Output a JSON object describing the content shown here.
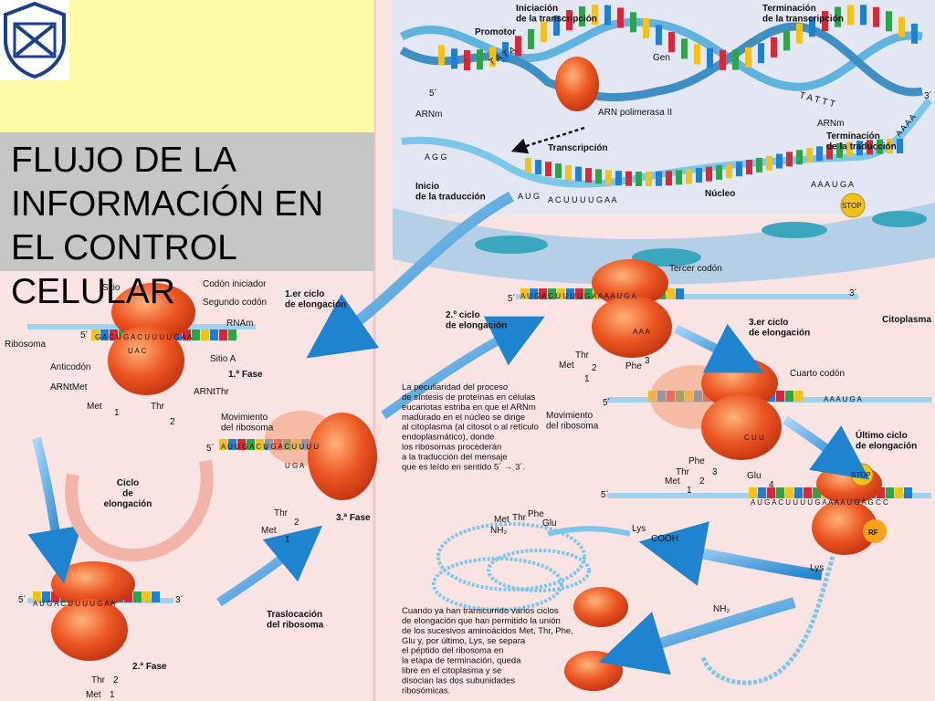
{
  "slide": {
    "title": "FLUJO DE LA\nINFORMACIÓN EN\nEL CONTROL\nCELULAR"
  },
  "colors": {
    "nucleus_bg": "#e3e6f3",
    "cytoplasm_bg": "#fae3e3",
    "title_panel_yellow": "#fbf8a6",
    "title_panel_grey": "#c6c6c6",
    "dna_strand": "#5fb3dc",
    "ribosome": "#e8491e",
    "arrow_blue": "#2a8fd6",
    "base_colors": [
      "#f2c21a",
      "#1f7fd0",
      "#d9263a",
      "#2ea34b"
    ]
  },
  "icons": [
    "shield-logo-icon",
    "ribosome-icon",
    "arrow-icon",
    "stop-sign-icon"
  ],
  "diagram": {
    "labels": {
      "iniciacion": "Iniciación\nde la transcripción",
      "terminacion_transcripcion": "Terminación\nde la transcripción",
      "promotor": "Promotor",
      "tata": "T A T A",
      "gen": "Gen",
      "tattt": "T A T T T",
      "five_prime": "5´",
      "three_prime": "3´",
      "arn_polimerasa": "ARN polimerasa II",
      "arnm": "ARNm",
      "transcripcion": "Transcripción",
      "terminacion_traduccion": "Terminación\nde la traducción",
      "inicio_traduccion": "Inicio\nde la traducción",
      "nucleo": "Núcleo",
      "stop": "STOP",
      "seq_aug": "A U G",
      "seq_acu": "A C U  U U U  G A A",
      "seq_agg": "A G G",
      "seq_aaa": "A A A  U G A",
      "seq_aaaa": "A A A A",
      "sitio": "Sitio",
      "codon_iniciador": "Codón iniciador",
      "segundo_codon": "Segundo codón",
      "rnam": "RNAm",
      "ribosoma": "Ribosoma",
      "sitio_a": "Sitio A",
      "anticodon": "Anticodón",
      "arnt_met": "ARNtMet",
      "arnt_thr": "ARNtThr",
      "met": "Met",
      "thr": "Thr",
      "phe": "Phe",
      "glu": "Glu",
      "lys": "Lys",
      "num_1": "1",
      "num_2": "2",
      "num_3": "3",
      "num_4": "4",
      "fase_1": "1.ª Fase",
      "fase_2": "2.ª Fase",
      "fase_3": "3.ª Fase",
      "primer_ciclo": "1.er ciclo\nde elongación",
      "segundo_ciclo": "2.º ciclo\nde elongación",
      "tercer_ciclo": "3.er ciclo\nde elongación",
      "ultimo_ciclo": "Último ciclo\nde elongación",
      "tercer_codon": "Tercer codón",
      "cuarto_codon": "Cuarto codón",
      "citoplasma": "Citoplasma",
      "movimiento_1": "Movimiento\ndel ribosoma",
      "movimiento_2": "Movimiento\ndel ribosoma",
      "ciclo_elongacion": "Ciclo\nde\nelongación",
      "traslocacion": "Traslocación\ndel ribosoma",
      "rf": "RF",
      "cooh": "COOH",
      "nh2": "NH₂",
      "seq_ribo_a": "G A C U G A C U U U U G A A",
      "seq_ribo_b": "A U U G A C U G A C U U U U",
      "seq_ribo_c": "A U G A C U U U U G A A",
      "seq_ribo_d": "A U G A C U U U U G A A A A U G A",
      "seq_ribo_e": "A A A U G A",
      "seq_ribo_f": "A U G A C U U U U G A A A A U G A G C C",
      "seq_anti_1": "U A C",
      "seq_anti_2": "U G A",
      "seq_anti_3": "A A A",
      "seq_anti_4": "C U U",
      "parrafo_1": "La peculiaridad del proceso\nde síntesis de proteínas en células\neucariotas estriba en que el ARNm\nmadurado en el núcleo se dirige\nal citoplasma (al citosol o al retículo\nendoplasmático), donde\nlos ribosomas procederán\na la traducción del mensaje\nque es leído en sentido 5´ → 3´.",
      "parrafo_2": "Cuando ya han transcurrido varios ciclos\nde elongación que han permitido la unión\nde los sucesivos aminoácidos Met, Thr, Phe,\nGlu y, por último, Lys, se separa\nel péptido del ribosoma en\nla etapa de terminación, queda\nlibre en el citoplasma y se\ndisocian las dos subunidades\nribosómicas."
    }
  }
}
